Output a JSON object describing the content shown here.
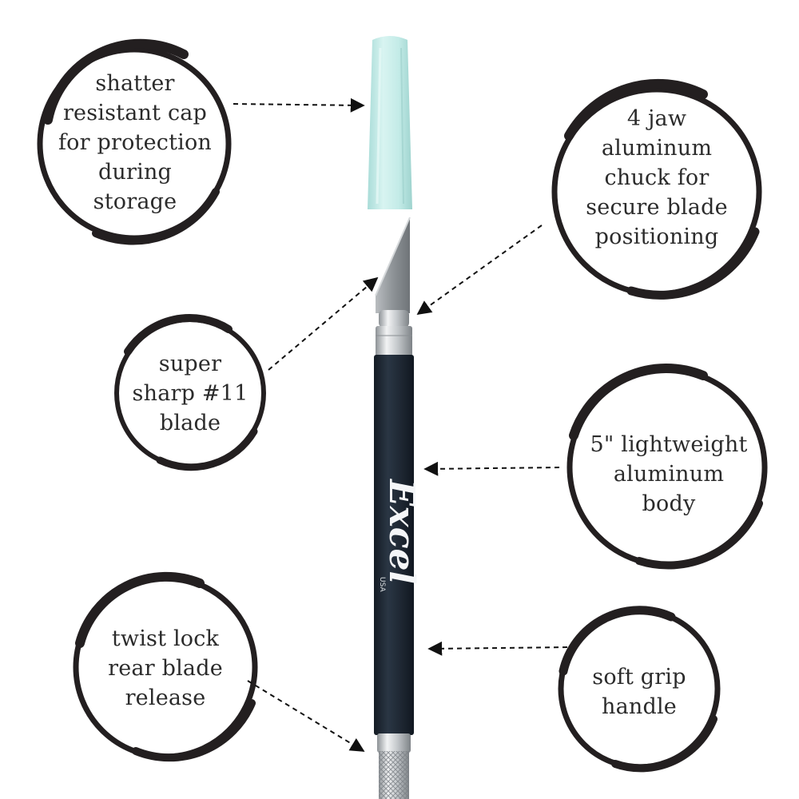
{
  "callouts": [
    {
      "id": "cap",
      "lines": [
        "shatter",
        "resistant cap",
        "for protection",
        "during",
        "storage"
      ]
    },
    {
      "id": "chuck",
      "lines": [
        "4 jaw",
        "aluminum",
        "chuck for",
        "secure blade",
        "positioning"
      ]
    },
    {
      "id": "blade",
      "lines": [
        "super",
        "sharp #11",
        "blade"
      ]
    },
    {
      "id": "body",
      "lines": [
        "5\" lightweight",
        "aluminum",
        "body"
      ]
    },
    {
      "id": "release",
      "lines": [
        "twist lock",
        "rear blade",
        "release"
      ]
    },
    {
      "id": "grip",
      "lines": [
        "soft grip",
        "handle"
      ]
    }
  ],
  "knife": {
    "brand": "Excel",
    "origin": "USA"
  },
  "colors": {
    "ring": "#231f20",
    "text": "#2b2b2b",
    "cap": "#bfe9e5",
    "handle": "#1f2a36",
    "metal": "#c9cdd0"
  }
}
